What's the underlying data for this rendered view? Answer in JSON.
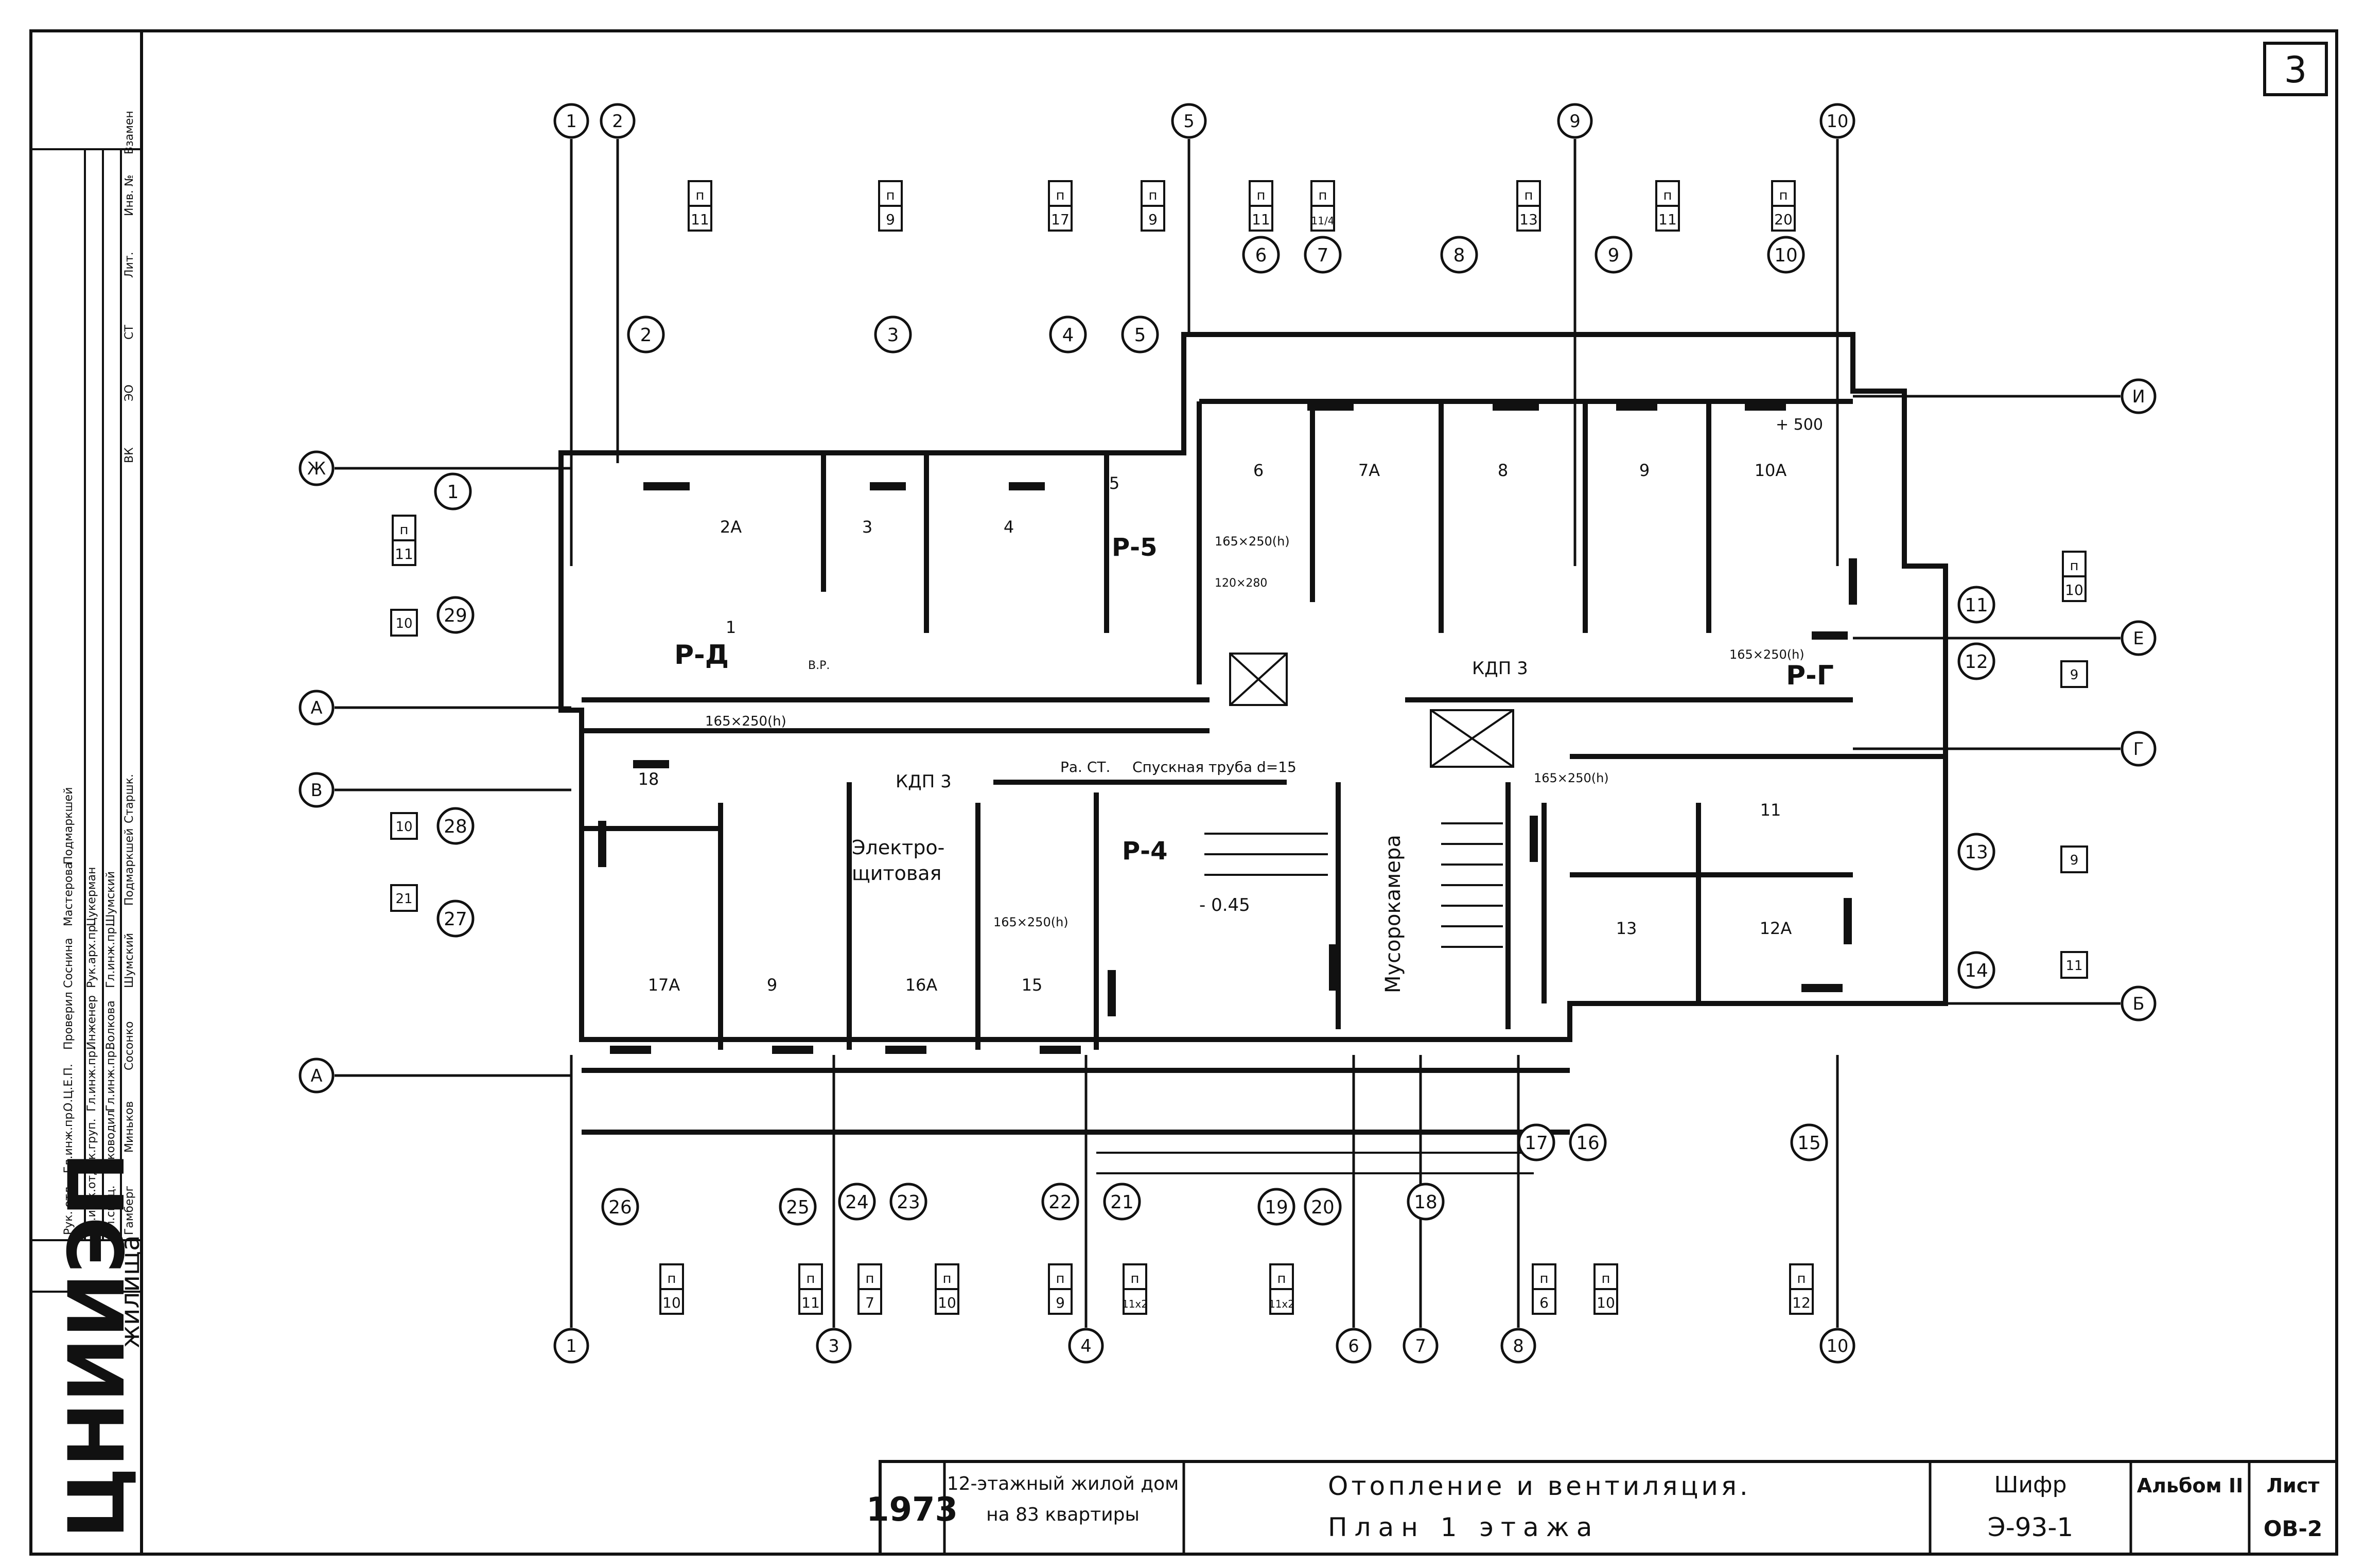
{
  "sheet": {
    "number": "3"
  },
  "axes_top": [
    "1",
    "2",
    "5",
    "9",
    "10"
  ],
  "axes_bottom": [
    "1",
    "3",
    "4",
    "6",
    "7",
    "8",
    "10"
  ],
  "axes_left": [
    "Ж",
    "А",
    "В",
    "А"
  ],
  "axes_right": [
    "И",
    "Е",
    "Г",
    "Б"
  ],
  "rooms_circled": [
    "1",
    "2",
    "3",
    "4",
    "5",
    "6",
    "7",
    "8",
    "9",
    "10",
    "11",
    "12",
    "13",
    "14",
    "15",
    "16",
    "17",
    "18",
    "19",
    "20",
    "21",
    "22",
    "23",
    "24",
    "25",
    "26",
    "27",
    "28",
    "29"
  ],
  "room_labels": [
    "2А",
    "3",
    "4",
    "5",
    "6",
    "7А",
    "8",
    "9",
    "10А",
    "1",
    "18",
    "17А",
    "9",
    "16А",
    "15",
    "13",
    "11",
    "12А"
  ],
  "temp_badges": {
    "top": [
      {
        "n": "п",
        "v": "11"
      },
      {
        "n": "п",
        "v": "9"
      },
      {
        "n": "п",
        "v": "17"
      },
      {
        "n": "п",
        "v": "9"
      },
      {
        "n": "п",
        "v": "11"
      },
      {
        "n": "п",
        "v": "11/4"
      },
      {
        "n": "п",
        "v": "13"
      },
      {
        "n": "п",
        "v": "11"
      },
      {
        "n": "п",
        "v": "20"
      }
    ],
    "bottom": [
      {
        "n": "п",
        "v": "10"
      },
      {
        "n": "п",
        "v": "11"
      },
      {
        "n": "п",
        "v": "7"
      },
      {
        "n": "п",
        "v": "10"
      },
      {
        "n": "п",
        "v": "9"
      },
      {
        "n": "п",
        "v": "11х2"
      },
      {
        "n": "п",
        "v": "11х2"
      },
      {
        "n": "п",
        "v": "6"
      },
      {
        "n": "п",
        "v": "10"
      },
      {
        "n": "п",
        "v": "12"
      }
    ],
    "left": [
      {
        "n": "п",
        "v": "11"
      },
      {
        "n": "",
        "v": "10"
      },
      {
        "n": "",
        "v": "10"
      },
      {
        "n": "",
        "v": "21"
      }
    ],
    "right": [
      {
        "n": "п",
        "v": "10"
      },
      {
        "n": "",
        "v": "9"
      },
      {
        "n": "",
        "v": "9"
      },
      {
        "n": "",
        "v": "11"
      }
    ]
  },
  "annotations": {
    "riser_d": "Р-Д",
    "riser_5": "Р-5",
    "riser_4": "Р-4",
    "riser_g": "Р-Г",
    "kdp3_a": "КДП 3",
    "kdp3_b": "КДП 3",
    "duct_165_a": "165×250(h)",
    "duct_165_b": "165×250(h)",
    "duct_165_c": "165×250(h)",
    "duct_165_d": "165×250(h)",
    "duct_165_e": "165×250(h)",
    "duct_120": "120×280",
    "vr": "В.Р.",
    "ra_st": "Ра. СТ.",
    "drain_pipe": "Спускная труба d=15",
    "elevation": "- 0.45",
    "level_500": "+ 500",
    "electro_room": [
      "Электро-",
      "щитовая"
    ],
    "garbage_room": "Мусорокамера"
  },
  "stamp": {
    "institute": "ЦНИИЭП",
    "subtitle": "жилища",
    "roles": [
      "Рук. отд.",
      "Гл.инж.отд.",
      "Гл.спец.",
      "Гл.инж.пр.",
      "Рук.груп.",
      "Руководил",
      "О.Ц.Е.П.",
      "Гл.инж.пр.",
      "Гл.инж.пр.",
      "Проверил",
      "Инженер",
      "Волкова",
      "Соснина",
      "Рук.арх.пр.",
      "Гл.инж.пр.",
      "Мастерова",
      "Цукерман",
      "Шумский",
      "Подмаркшей"
    ],
    "names": [
      "Гамберг",
      "Миньков",
      "Сосонко",
      "Шумский",
      "Подмаркшей",
      "Старшк."
    ],
    "side_labels": [
      "ВК",
      "ЭО",
      "СТ",
      "Лит.",
      "Инв. №",
      "Взамен"
    ]
  },
  "title_block": {
    "year": "1973",
    "project": [
      "12-этажный жилой дом",
      "на 83 квартиры"
    ],
    "sheet_title": [
      "Отопление и вентиляция.",
      "План 1 этажа"
    ],
    "cipher_label": "Шифр",
    "cipher": "Э-93-1",
    "album": "Альбом II",
    "sheet_label": "Лист",
    "sheet_code": "ОВ-2"
  }
}
